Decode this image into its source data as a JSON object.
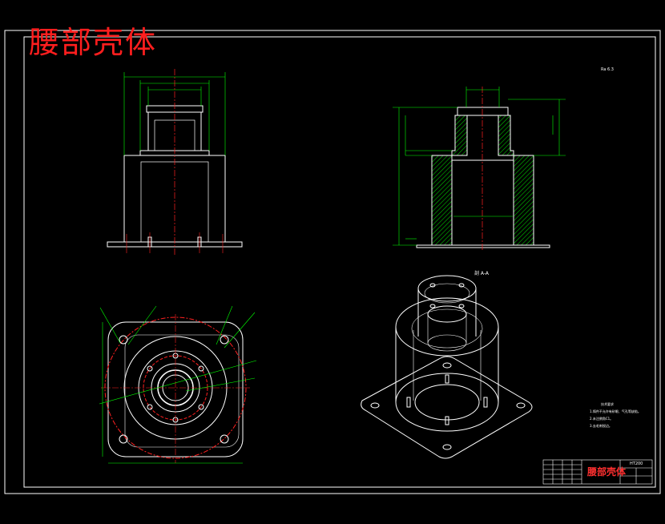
{
  "drawing": {
    "title": "腰部壳体",
    "section_label": "剖 A-A",
    "roughness_note": "Ra 6.3",
    "notes_title": "技术要求",
    "notes": [
      "1.铸件不允许有砂眼、气孔等缺陷。",
      "2.未注倒角C1。",
      "3.去毛刺锐边。"
    ],
    "title_block": {
      "name": "腰部壳体",
      "material": "HT200"
    }
  },
  "colors": {
    "background": "#000000",
    "outline": "#ffffff",
    "dimension": "#00ff00",
    "centerline": "#ff2020",
    "hatch": "#00c000",
    "title": "#ff1e1e"
  }
}
